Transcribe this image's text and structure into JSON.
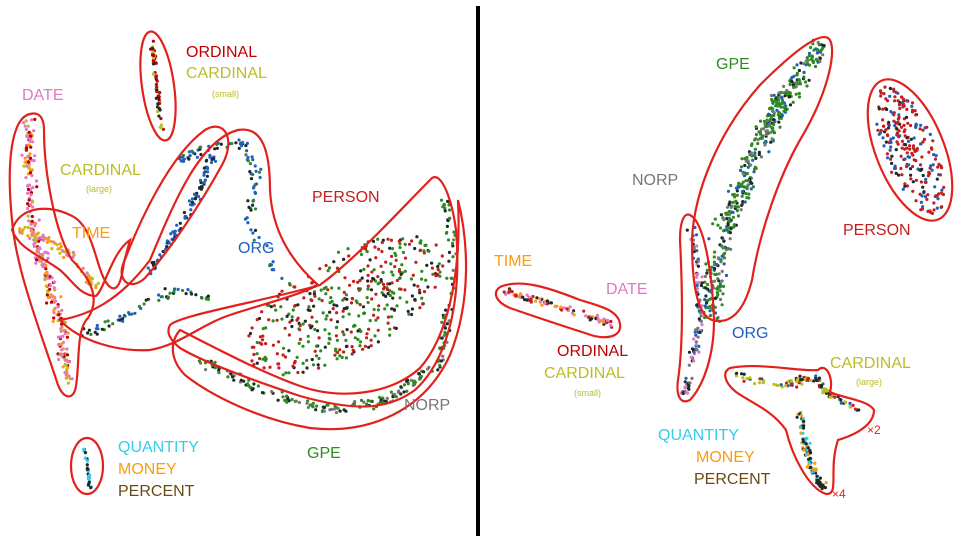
{
  "colors": {
    "outline": "#e3211c",
    "divider": "#000000",
    "DATE": "#e377c2",
    "TIME": "#ff9a0e",
    "CARDINAL": "#bcbd22",
    "ORDINAL": "#c00000",
    "ORG": "#1f5fbf",
    "PERSON": "#c41e1e",
    "GPE": "#2e8b22",
    "NORP": "#777777",
    "QUANTITY": "#33ccee",
    "MONEY": "#ff9a0e",
    "PERCENT": "#6b4a12",
    "point_dark": "#1c2a2a"
  },
  "left_panel": {
    "ordinal": "ORDINAL",
    "cardinal": "CARDINAL",
    "cardinal_note": "(small)",
    "date": "DATE",
    "cardinal2": "CARDINAL",
    "cardinal2_note": "(large)",
    "time": "TIME",
    "person": "PERSON",
    "org": "ORG",
    "norp": "NORP",
    "gpe": "GPE",
    "quantity": "QUANTITY",
    "money": "MONEY",
    "percent": "PERCENT"
  },
  "right_panel": {
    "gpe": "GPE",
    "norp": "NORP",
    "person": "PERSON",
    "time": "TIME",
    "date": "DATE",
    "org": "ORG",
    "ordinal": "ORDINAL",
    "cardinal": "CARDINAL",
    "cardinal_note": "(small)",
    "cardinal2": "CARDINAL",
    "cardinal2_note": "(large)",
    "quantity": "QUANTITY",
    "money": "MONEY",
    "percent": "PERCENT",
    "scale1": "×2",
    "scale2": "×4"
  }
}
